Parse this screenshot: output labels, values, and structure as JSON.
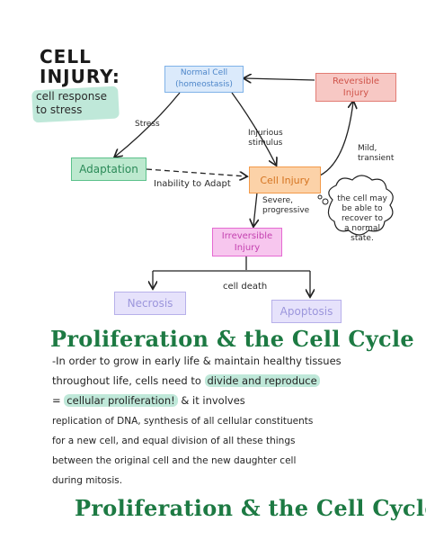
{
  "title": {
    "line1": "CELL",
    "line2": "INJURY:",
    "subtitle_line1": "cell response",
    "subtitle_line2": "to stress"
  },
  "diagram": {
    "normal_cell_line1": "Normal Cell",
    "normal_cell_line2": "(homeostasis)",
    "reversible_line1": "Reversible",
    "reversible_line2": "Injury",
    "adaptation": "Adaptation",
    "cell_injury": "Cell Injury",
    "irreversible_line1": "Irreversible",
    "irreversible_line2": "Injury",
    "necrosis": "Necrosis",
    "apoptosis": "Apoptosis",
    "stress_label": "Stress",
    "injurious_line1": "Injurious",
    "injurious_line2": "stimulus",
    "inability_label": "Inability to Adapt",
    "mild_line1": "Mild,",
    "mild_line2": "transient",
    "severe_line1": "Severe,",
    "severe_line2": "progressive",
    "cell_death_label": "cell death",
    "cloud_line1": "the cell may",
    "cloud_line2": "be able to",
    "cloud_line3": "recover to",
    "cloud_line4": "a normal state."
  },
  "section": {
    "heading": "Proliferation & the Cell Cycle",
    "line1": "-In order to grow in early life & maintain healthy tissues",
    "line2_a": "throughout life, cells need to ",
    "line2_hl": "divide and reproduce",
    "line3_a": "= ",
    "line3_hl": "cellular proliferation!",
    "line3_b": " & it involves",
    "line4": "replication of DNA, synthesis of all cellular constituents",
    "line5": "for a new cell, and equal division of all these things",
    "line6": "between the original cell and the new daughter cell",
    "line7": "during mitosis.",
    "heading2": "Proliferation & the Cell Cycle"
  }
}
